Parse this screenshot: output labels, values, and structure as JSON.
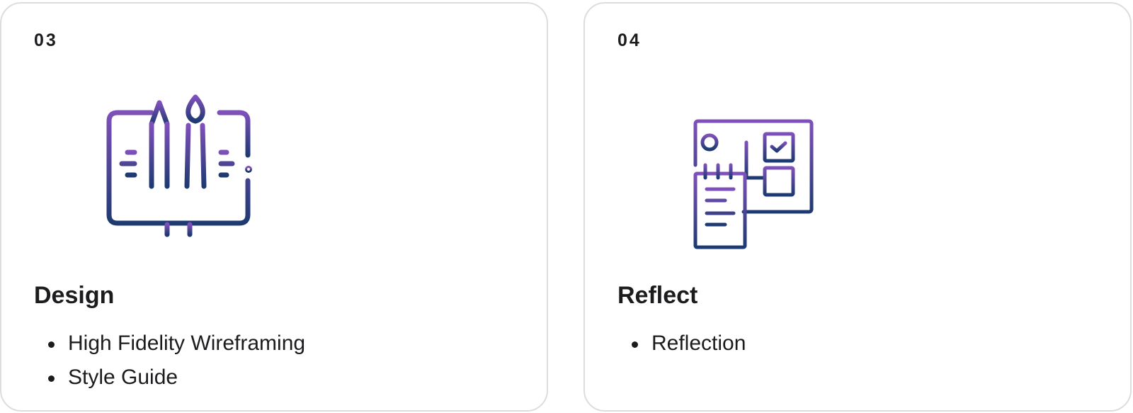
{
  "colors": {
    "icon_gradient_top": "#7e50b9",
    "icon_gradient_bottom": "#1e3a72",
    "card_border": "#dddddd",
    "text": "#1c1c1f"
  },
  "cards": [
    {
      "number": "03",
      "icon": "monitor-pen-brush-icon",
      "title": "Design",
      "items": [
        "High Fidelity Wireframing",
        "Style Guide"
      ]
    },
    {
      "number": "04",
      "icon": "monitor-notepad-flowchart-icon",
      "title": "Reflect",
      "items": [
        "Reflection"
      ]
    }
  ]
}
